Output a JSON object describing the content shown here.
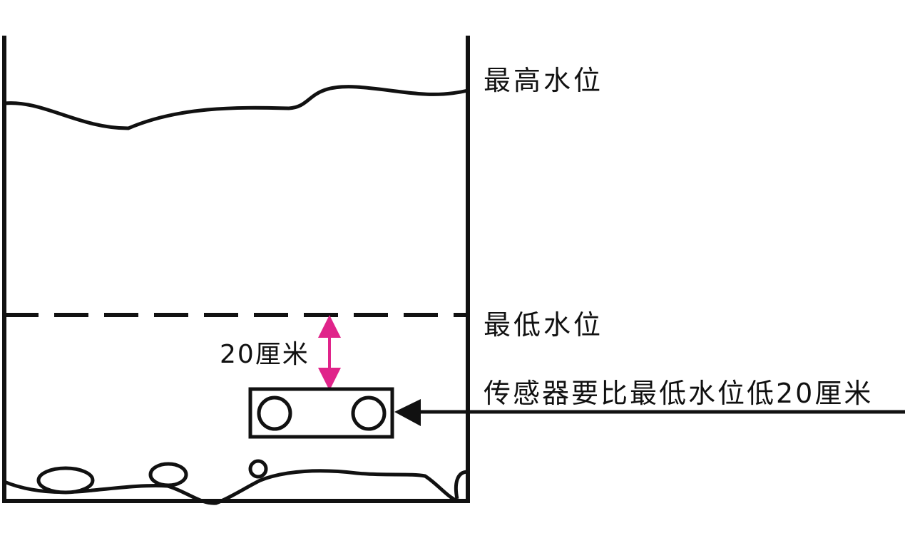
{
  "labels": {
    "max_water_level": "最高水位",
    "min_water_level": "最低水位",
    "gap": "20厘米",
    "sensor_note": "传感器要比最低水位低20厘米"
  },
  "colors": {
    "line": "#111111",
    "gap_arrow": "#e0248a",
    "background": "#ffffff"
  }
}
